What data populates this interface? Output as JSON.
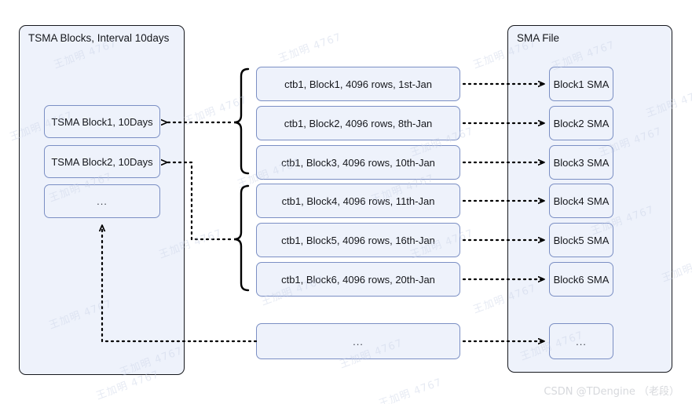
{
  "diagram": {
    "title_left": "TSMA Blocks, Interval 10days",
    "title_right": "SMA File",
    "caption": "CSDN @TDengine （老段）",
    "watermark_text": "王加明 4767",
    "colors": {
      "panel_fill": "#eef2fb",
      "panel_border": "#16181d",
      "box_fill": "#eef2fb",
      "box_border": "#7b8fc4",
      "text": "#16181d",
      "connector": "#000000",
      "caption": "#d7d9dd"
    }
  },
  "left_panel": {
    "label": "TSMA Blocks, Interval 10days",
    "blocks": [
      {
        "label": "TSMA Block1, 10Days"
      },
      {
        "label": "TSMA Block2, 10Days"
      },
      {
        "label": "..."
      }
    ]
  },
  "middle_column": {
    "blocks": [
      {
        "label": "ctb1, Block1, 4096 rows, 1st-Jan"
      },
      {
        "label": "ctb1, Block2, 4096 rows, 8th-Jan"
      },
      {
        "label": "ctb1, Block3, 4096 rows, 10th-Jan"
      },
      {
        "label": "ctb1, Block4, 4096 rows, 11th-Jan"
      },
      {
        "label": "ctb1, Block5, 4096 rows, 16th-Jan"
      },
      {
        "label": "ctb1, Block6, 4096 rows, 20th-Jan"
      }
    ],
    "ellipsis_block": {
      "label": "..."
    },
    "braces": [
      {
        "name": "brace-blocks-1-3",
        "groups": "Block1-Block3"
      },
      {
        "name": "brace-blocks-4-6",
        "groups": "Block4-Block6"
      }
    ]
  },
  "right_panel": {
    "label": "SMA File",
    "blocks": [
      {
        "label": "Block1 SMA"
      },
      {
        "label": "Block2 SMA"
      },
      {
        "label": "Block3 SMA"
      },
      {
        "label": "Block4 SMA"
      },
      {
        "label": "Block5 SMA"
      },
      {
        "label": "Block6 SMA"
      }
    ],
    "ellipsis_block": {
      "label": "..."
    }
  }
}
